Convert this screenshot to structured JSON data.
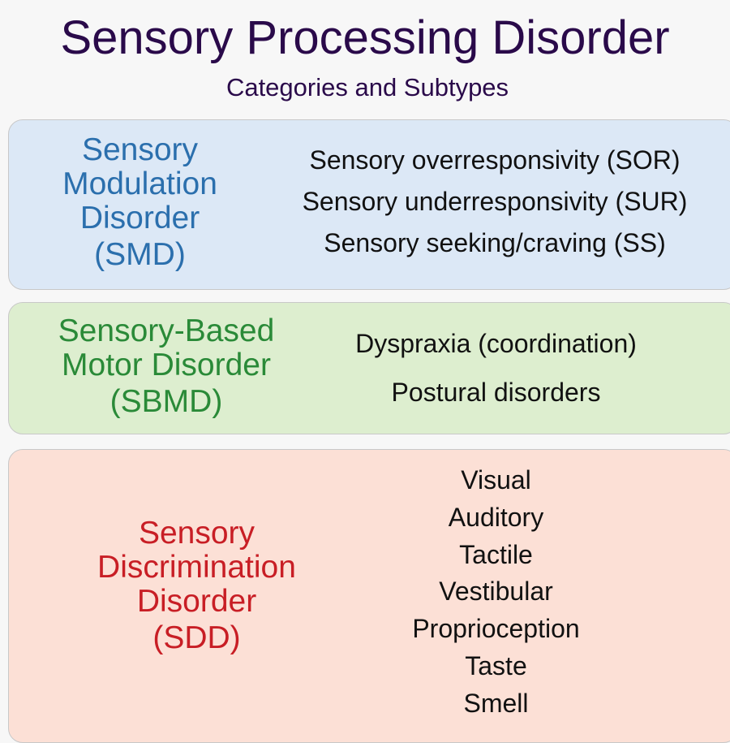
{
  "title": "Sensory Processing Disorder",
  "subtitle": "Categories and Subtypes",
  "colors": {
    "title": "#2a0a4a",
    "smd": "#2b6fad",
    "smd_bg": "#dce8f6",
    "sbmd": "#2a8a38",
    "sbmd_bg": "#ddeecf",
    "sdd": "#c81e25",
    "sdd_bg": "#fce0d6"
  },
  "categories": [
    {
      "name_lines": [
        "Sensory",
        "Modulation",
        "Disorder"
      ],
      "abbr": "(SMD)",
      "subtypes": [
        "Sensory overresponsivity (SOR)",
        "Sensory underresponsivity (SUR)",
        "Sensory seeking/craving (SS)"
      ]
    },
    {
      "name_lines": [
        "Sensory-Based",
        "Motor Disorder"
      ],
      "abbr": "(SBMD)",
      "subtypes": [
        "Dyspraxia (coordination)",
        "Postural disorders"
      ]
    },
    {
      "name_lines": [
        "Sensory",
        "Discrimination",
        "Disorder"
      ],
      "abbr": "(SDD)",
      "subtypes": [
        "Visual",
        "Auditory",
        "Tactile",
        "Vestibular",
        "Proprioception",
        "Taste",
        "Smell"
      ]
    }
  ]
}
